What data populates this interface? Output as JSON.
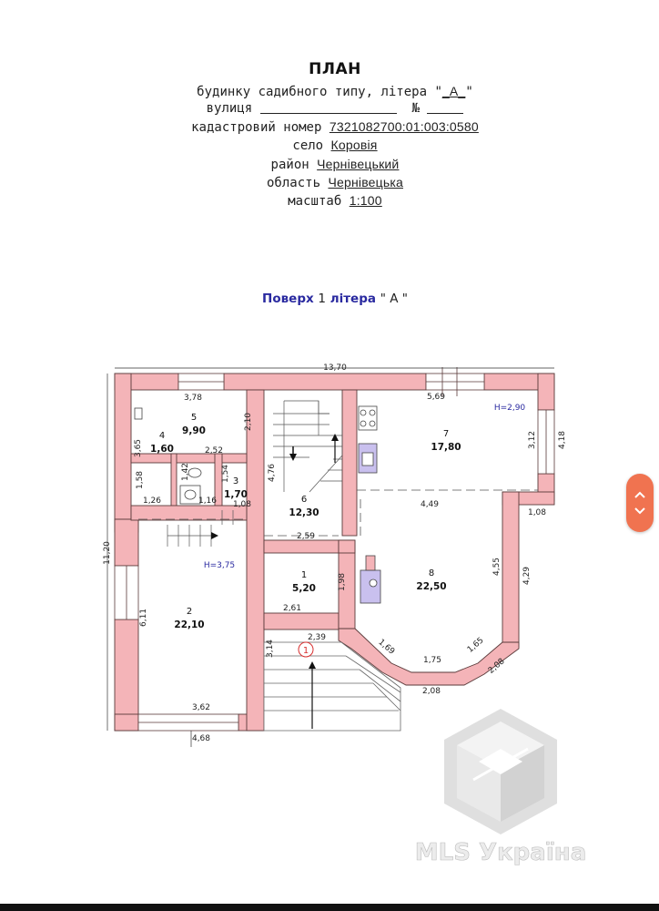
{
  "header": {
    "title": "ПЛАН",
    "line1_prefix": "будинку садибного типу, літера \"",
    "litera": "_А_",
    "line1_suffix": "\"",
    "street_label": "вулиця",
    "street_value": "",
    "number_label": "№",
    "number_value": "",
    "cadastral_label": "кадастровий номер",
    "cadastral_value": "7321082700:01:003:0580",
    "village_label": "село",
    "village_value": "Коровія",
    "district_label": "район",
    "district_value": "Чернівецький",
    "region_label": "область",
    "region_value": "Чернівецька",
    "scale_label": "масштаб",
    "scale_value": "1:100"
  },
  "floor": {
    "word": "Поверх",
    "number": "1",
    "litera_word": "літера",
    "litera_value": "\" А \""
  },
  "rooms": [
    {
      "num": "1",
      "area": "5,20"
    },
    {
      "num": "2",
      "area": "22,10"
    },
    {
      "num": "3",
      "area": "1,70"
    },
    {
      "num": "4",
      "area": "1,60"
    },
    {
      "num": "5",
      "area": "9,90"
    },
    {
      "num": "6",
      "area": "12,30"
    },
    {
      "num": "7",
      "area": "17,80"
    },
    {
      "num": "8",
      "area": "22,50"
    }
  ],
  "heights": {
    "kitchen": "H=2,90",
    "room2": "H=3,75"
  },
  "dims": {
    "overall_width": "13,70",
    "overall_height": "11,20",
    "d378": "3,78",
    "d210": "2,10",
    "d365": "3,65",
    "d252": "2,52",
    "d142": "1,42",
    "d154": "1,54",
    "d158": "1,58",
    "d126": "1,26",
    "d116": "1,16",
    "d108a": "1,08",
    "d476": "4,76",
    "d569": "5,69",
    "d312": "3,12",
    "d418": "4,18",
    "d449": "4,49",
    "d108b": "1,08",
    "d259": "2,59",
    "d198": "1,98",
    "d261": "2,61",
    "d455": "4,55",
    "d429": "4,29",
    "d611": "6,11",
    "d239": "2,39",
    "d314": "3,14",
    "d169": "1,69",
    "d175": "1,75",
    "d165": "1,65",
    "d208a": "2,08",
    "d208b": "2,08",
    "d362": "3,62",
    "d468": "4,68"
  },
  "entrance_marker": "1",
  "watermark": "MLS Україна",
  "colors": {
    "wall": "#f4b4b8",
    "wall_stroke": "#5a3a3a",
    "floor_label": "#2a2aa0",
    "scroll_button": "#f07350"
  }
}
